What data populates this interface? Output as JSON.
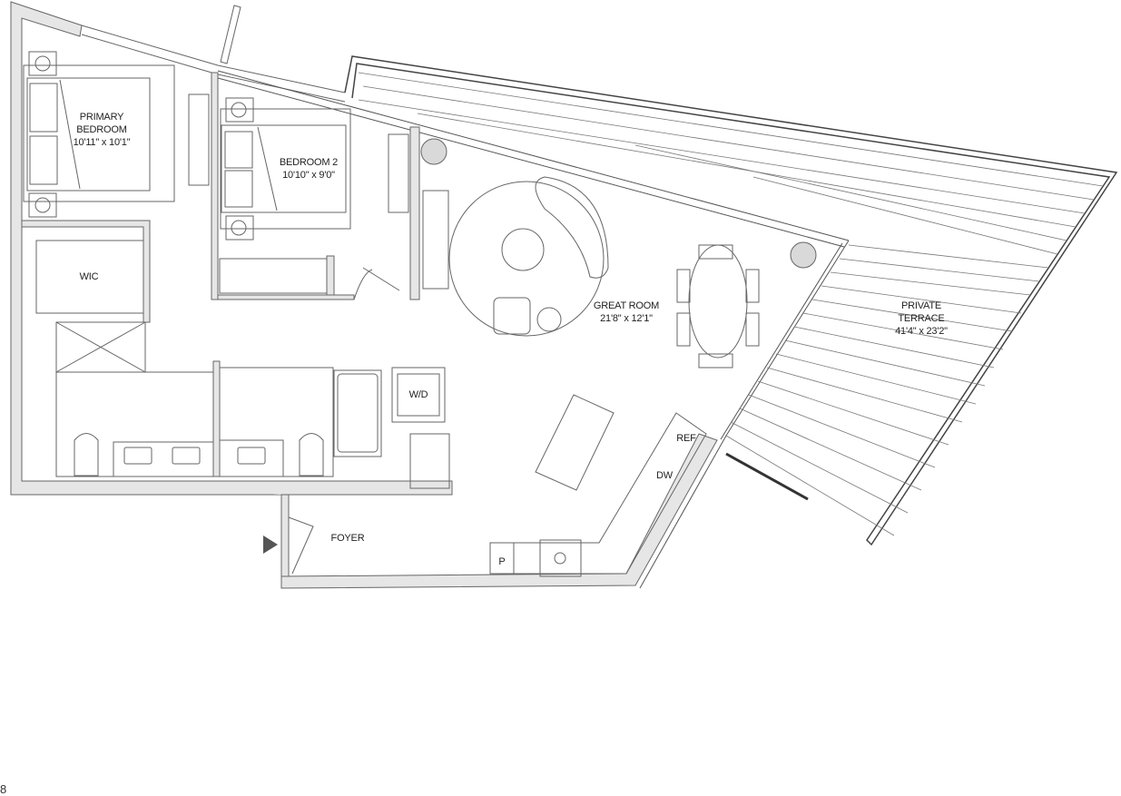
{
  "floorplan": {
    "rooms": [
      {
        "id": "primary-bedroom",
        "name_line1": "PRIMARY",
        "name_line2": "BEDROOM",
        "dimensions": "10'11\" x 10'1\""
      },
      {
        "id": "bedroom-2",
        "name": "BEDROOM 2",
        "dimensions": "10'10\" x 9'0\""
      },
      {
        "id": "wic",
        "name": "WIC"
      },
      {
        "id": "great-room",
        "name": "GREAT ROOM",
        "dimensions": "21'8\" x 12'1\""
      },
      {
        "id": "private-terrace",
        "name_line1": "PRIVATE",
        "name_line2": "TERRACE",
        "dimensions": "41'4\" x 23'2\""
      },
      {
        "id": "foyer",
        "name": "FOYER"
      }
    ],
    "fixtures": {
      "washer_dryer": "W/D",
      "refrigerator": "REF",
      "dishwasher": "DW",
      "pantry": "P"
    },
    "colors": {
      "wall_fill": "#e6e6e6",
      "line": "#555555",
      "accent_grey": "#d9d9d9",
      "entry_arrow": "#555555"
    },
    "page_number": "8"
  }
}
